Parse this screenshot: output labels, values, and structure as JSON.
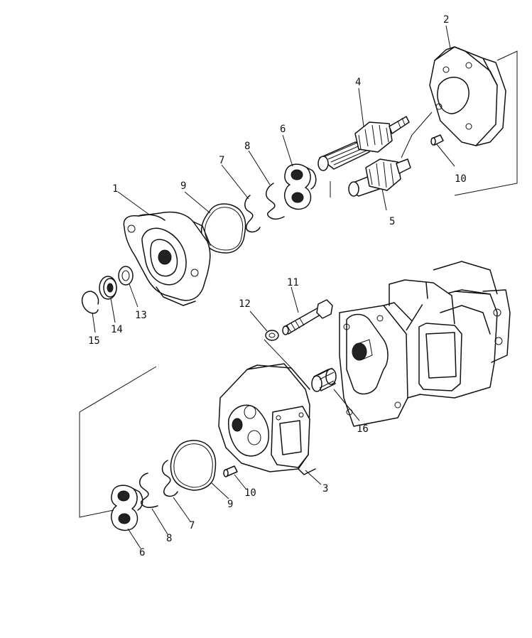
{
  "callouts": [
    {
      "id": "c1",
      "text": "1"
    },
    {
      "id": "c2",
      "text": "2"
    },
    {
      "id": "c3",
      "text": "3"
    },
    {
      "id": "c4",
      "text": "4"
    },
    {
      "id": "c5",
      "text": "5"
    },
    {
      "id": "c6a",
      "text": "6"
    },
    {
      "id": "c6b",
      "text": "6"
    },
    {
      "id": "c7a",
      "text": "7"
    },
    {
      "id": "c7b",
      "text": "7"
    },
    {
      "id": "c8a",
      "text": "8"
    },
    {
      "id": "c8b",
      "text": "8"
    },
    {
      "id": "c9a",
      "text": "9"
    },
    {
      "id": "c9b",
      "text": "9"
    },
    {
      "id": "c10a",
      "text": "10"
    },
    {
      "id": "c10b",
      "text": "10"
    },
    {
      "id": "c11",
      "text": "11"
    },
    {
      "id": "c12",
      "text": "12"
    },
    {
      "id": "c13",
      "text": "13"
    },
    {
      "id": "c14",
      "text": "14"
    },
    {
      "id": "c15",
      "text": "15"
    },
    {
      "id": "c16",
      "text": "16"
    }
  ]
}
